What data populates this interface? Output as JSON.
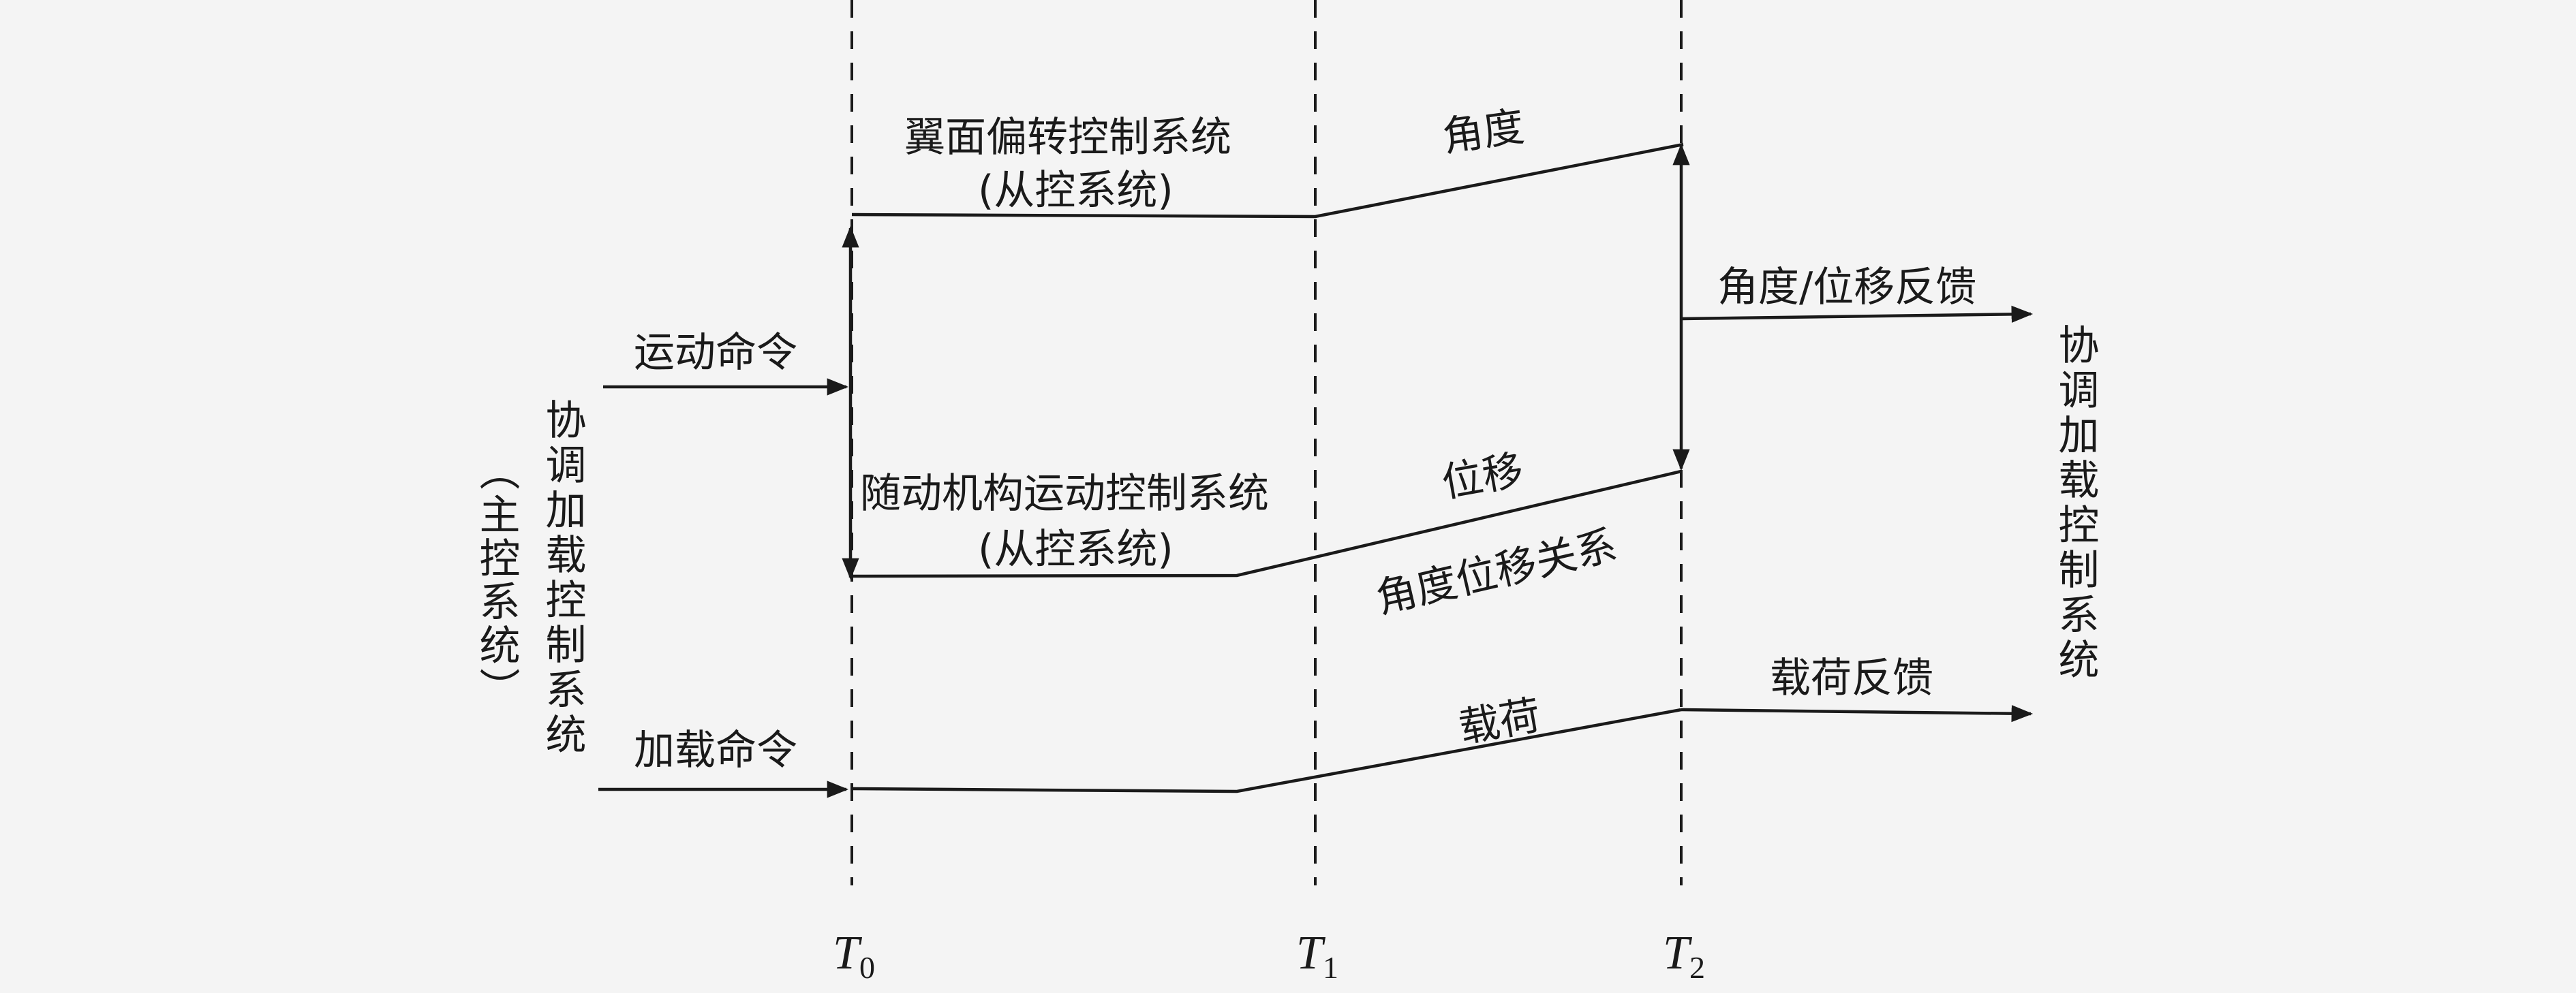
{
  "master": {
    "line_a": "协调加载控制系统",
    "line_b": "（主控系统）"
  },
  "feedback_target": "协调加载控制系统",
  "time_marks": [
    {
      "base": "T",
      "sub": "0"
    },
    {
      "base": "T",
      "sub": "1"
    },
    {
      "base": "T",
      "sub": "2"
    }
  ],
  "labels": {
    "motion_command": "运动命令",
    "load_command": "加载命令",
    "wing_system": "翼面偏转控制系统",
    "wing_slave": "(从控系统)",
    "servo_system": "随动机构运动控制系统",
    "servo_slave": "(从控系统)",
    "angle": "角度",
    "displacement": "位移",
    "angle_disp_relation": "角度位移关系",
    "load": "载荷",
    "angle_disp_feedback": "角度/位移反馈",
    "load_feedback": "载荷反馈"
  },
  "colors": {
    "background": "#f4f4f4",
    "ink": "#1a1a1a"
  }
}
